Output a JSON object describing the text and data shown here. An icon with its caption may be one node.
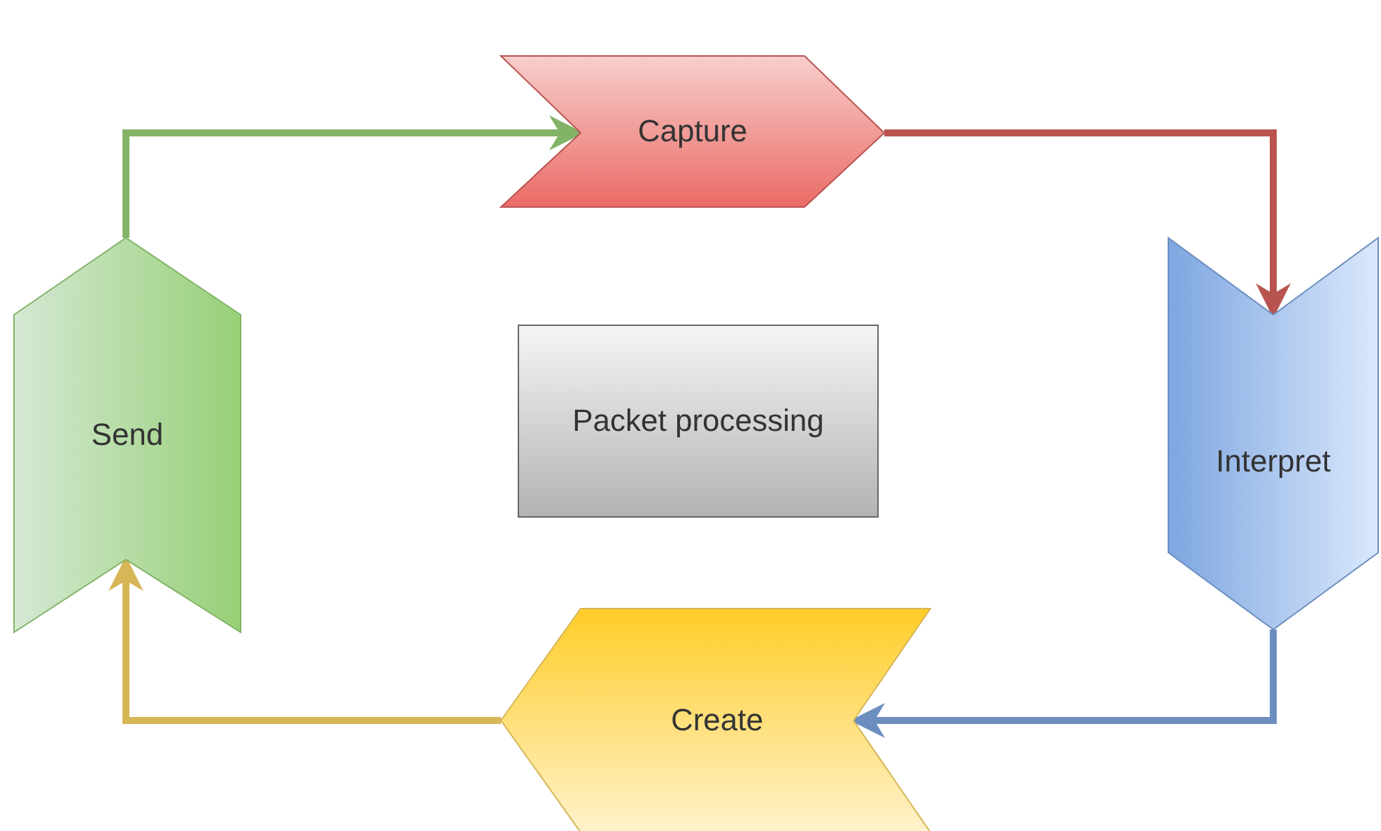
{
  "diagram": {
    "nodes": [
      {
        "text": [
          "Capture"
        ]
      },
      {
        "text": [
          "Interpret"
        ]
      },
      {
        "text": [
          "Create"
        ]
      },
      {
        "text": [
          "Send"
        ]
      },
      {
        "text": [
          "Packet processing"
        ]
      }
    ],
    "edges": [
      {
        "from": 3,
        "to": 0,
        "arrow": "to",
        "color": "#82b366"
      },
      {
        "from": 0,
        "to": 1,
        "arrow": "to",
        "color": "#b85450"
      },
      {
        "from": 1,
        "to": 2,
        "arrow": "to",
        "color": "#6c8ebf"
      },
      {
        "from": 2,
        "to": 3,
        "arrow": "to",
        "color": "#d6b656"
      }
    ]
  }
}
